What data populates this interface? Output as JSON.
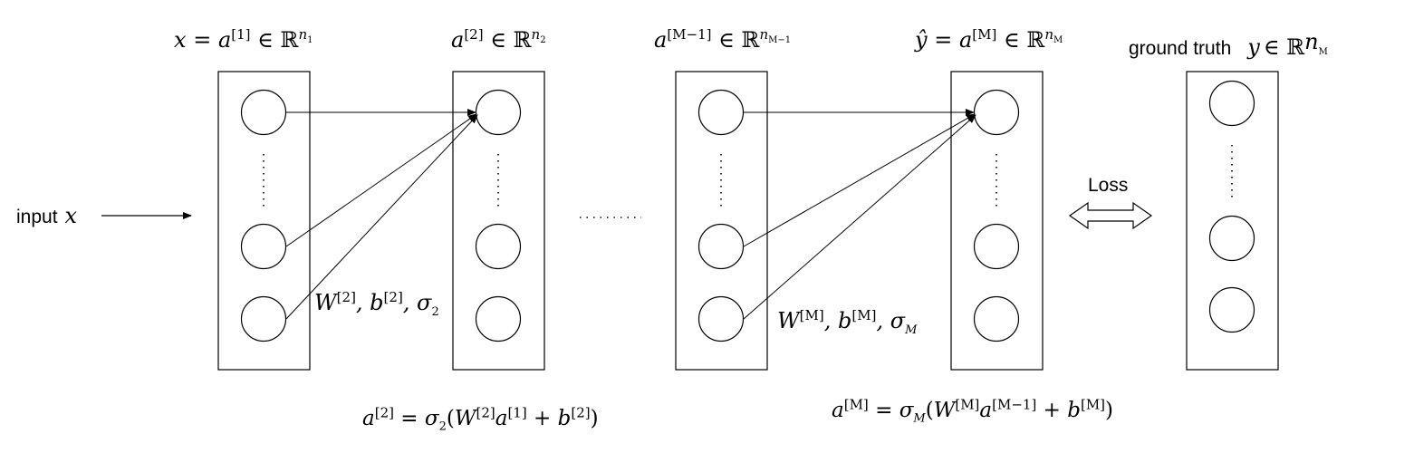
{
  "input_label": {
    "word": "input",
    "var": "x"
  },
  "layers": [
    {
      "id": "l1",
      "label_lhs": "x",
      "label_sym": "a",
      "label_sup": "[1]",
      "label_dim_sub": "n",
      "label_dim_subsub": "1"
    },
    {
      "id": "l2",
      "label_lhs": "",
      "label_sym": "a",
      "label_sup": "[2]",
      "label_dim_sub": "n",
      "label_dim_subsub": "2"
    },
    {
      "id": "lm1",
      "label_lhs": "",
      "label_sym": "a",
      "label_sup": "[M−1]",
      "label_dim_sub": "n",
      "label_dim_subsub": "M−1"
    },
    {
      "id": "lm",
      "label_lhs": "ŷ",
      "label_sym": "a",
      "label_sup": "[M]",
      "label_dim_sub": "n",
      "label_dim_subsub": "M"
    }
  ],
  "ground_truth": {
    "word": "ground truth",
    "var": "y",
    "dim_sub": "n",
    "dim_subsub": "M"
  },
  "weights_left": {
    "W_sup": "[2]",
    "b_sup": "[2]",
    "sigma_sub": "2"
  },
  "weights_right": {
    "W_sup": "[M]",
    "b_sup": "[M]",
    "sigma_sub": "M"
  },
  "equation_left": {
    "a_sup": "[2]",
    "sigma_sub": "2",
    "W_sup": "[2]",
    "a_in_sup": "[1]",
    "b_sup": "[2]"
  },
  "equation_right": {
    "a_sup": "[M]",
    "sigma_sub": "M",
    "W_sup": "[M]",
    "a_in_sup": "[M−1]",
    "b_sup": "[M]"
  },
  "loss_label": "Loss",
  "ellipsis": "........."
}
